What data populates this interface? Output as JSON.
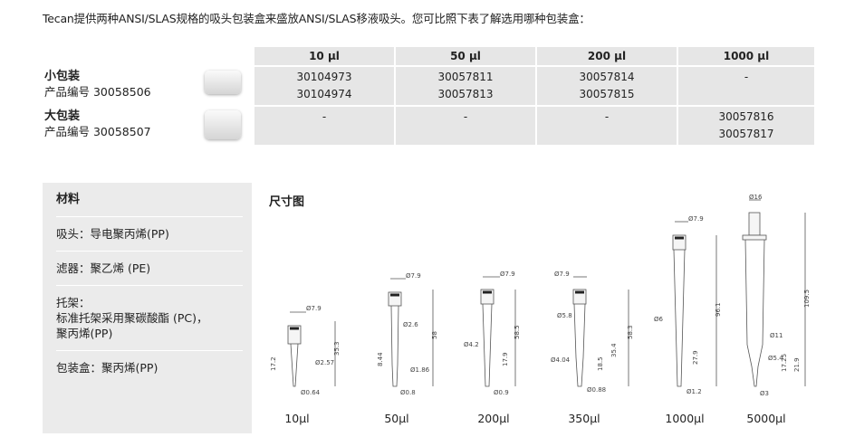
{
  "intro": "Tecan提供两种ANSI/SLAS规格的吸头包装盒来盛放ANSI/SLAS移液吸头。您可比照下表了解选用哪种包装盒：",
  "table": {
    "headers": [
      "10 µl",
      "50 µl",
      "200 µl",
      "1000 µl"
    ],
    "rows": [
      {
        "name": "小包装",
        "code": "产品编号 30058506",
        "icon": "small-tip-box-icon",
        "cells": [
          [
            "30104973",
            "30104974"
          ],
          [
            "30057811",
            "30057813"
          ],
          [
            "30057814",
            "30057815"
          ],
          [
            "-"
          ]
        ]
      },
      {
        "name": "大包装",
        "code": "产品编号 30058507",
        "icon": "large-tip-box-icon",
        "cells": [
          [
            "-"
          ],
          [
            "-"
          ],
          [
            "-"
          ],
          [
            "30057816",
            "30057817"
          ]
        ]
      }
    ]
  },
  "materials": {
    "title": "材料",
    "items": [
      "吸头：导电聚丙烯(PP)",
      "滤器：聚乙烯 (PE)",
      "托架：\n标准托架采用聚碳酸酯 (PC)，\n聚丙烯(PP)",
      "包装盒：聚丙烯(PP)"
    ]
  },
  "diagram": {
    "title": "尺寸图",
    "tips": [
      {
        "label": "10µl",
        "dims": [
          "Ø7.9",
          "35.3",
          "17.2",
          "Ø2.57",
          "Ø0.64"
        ]
      },
      {
        "label": "50µl",
        "dims": [
          "Ø7.9",
          "Ø2.6",
          "58",
          "8.44",
          "Ø1.86",
          "Ø0.8"
        ]
      },
      {
        "label": "200µl",
        "dims": [
          "Ø7.9",
          "58.5",
          "Ø4.2",
          "17.9",
          "Ø0.9"
        ]
      },
      {
        "label": "350µl",
        "dims": [
          "Ø7.9",
          "58.3",
          "Ø5.8",
          "35.4",
          "18.5",
          "Ø4.04",
          "Ø0.88"
        ]
      },
      {
        "label": "1000µl",
        "dims": [
          "Ø7.9",
          "96.1",
          "Ø6",
          "27.9",
          "Ø1.2"
        ]
      },
      {
        "label": "5000µl",
        "dims": [
          "Ø16",
          "109.5",
          "Ø11",
          "Ø5.4",
          "17.25",
          "21.9",
          "Ø3"
        ]
      }
    ]
  }
}
